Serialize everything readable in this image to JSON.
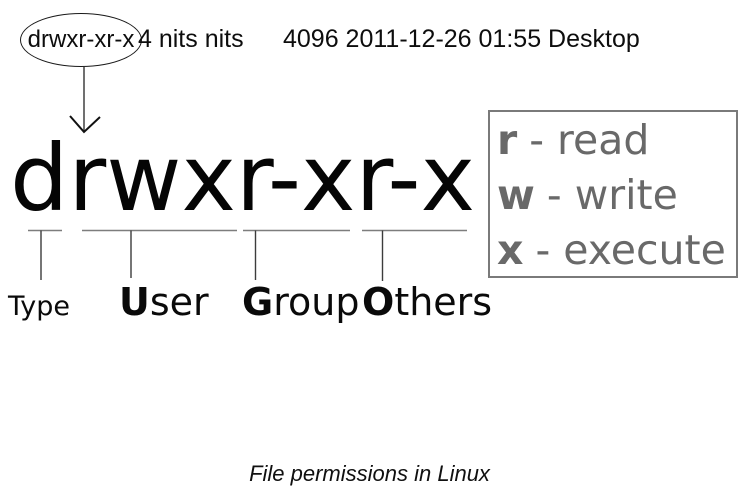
{
  "listing": {
    "perm": "drwxr-xr-x",
    "meta_left": "4 nits nits",
    "meta_right": "4096 2011-12-26 01:55 Desktop"
  },
  "diagram": {
    "permission_string": "drwxr-xr-x"
  },
  "labels": [
    {
      "bold": "",
      "rest": "Type"
    },
    {
      "bold": "U",
      "rest": "ser"
    },
    {
      "bold": "G",
      "rest": "roup"
    },
    {
      "bold": "O",
      "rest": "thers"
    }
  ],
  "legend": {
    "items": [
      {
        "key": "r",
        "desc": "- read"
      },
      {
        "key": "w",
        "desc": "- write"
      },
      {
        "key": "x",
        "desc": "- execute"
      }
    ]
  },
  "caption": "File permissions in Linux",
  "colors": {
    "legend_text": "#696969",
    "legend_border": "#7a7a7a",
    "bracket_line": "#7d7d7d",
    "ink": "#0d0d0d"
  }
}
